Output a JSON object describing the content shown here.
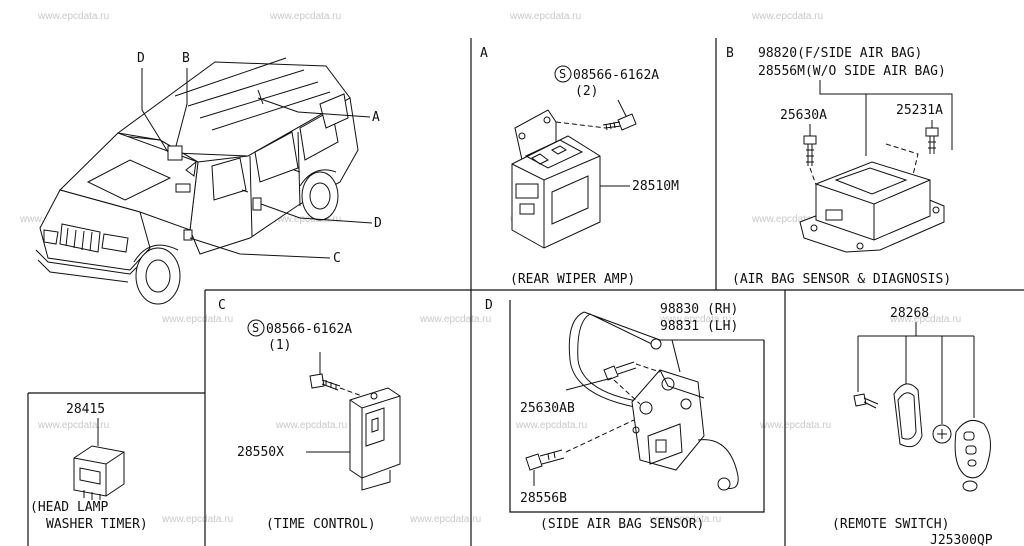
{
  "watermark": "www.epcdata.ru",
  "panel_a": {
    "letter": "A",
    "screw_part": "08566-6162A",
    "screw_qty": "(2)",
    "amp_part": "28510M",
    "caption": "(REAR WIPER AMP)"
  },
  "panel_b": {
    "letter": "B",
    "line1": "98820(F/SIDE AIR BAG)",
    "line2": "28556M(W/O SIDE AIR BAG)",
    "bolt_left": "25630A",
    "bolt_right": "25231A",
    "caption": "(AIR BAG SENSOR & DIAGNOSIS)"
  },
  "vehicle": {
    "callout_a": "A",
    "callout_b": "B",
    "callout_c": "C",
    "callout_d_top": "D",
    "callout_d_right": "D"
  },
  "panel_headlamp": {
    "part": "28415",
    "caption1": "(HEAD LAMP",
    "caption2": "WASHER TIMER)"
  },
  "panel_c": {
    "letter": "C",
    "screw_part": "08566-6162A",
    "screw_qty": "(1)",
    "unit_part": "28550X",
    "caption": "(TIME CONTROL)"
  },
  "panel_d": {
    "letter": "D",
    "rh": "98830 (RH)",
    "lh": "98831 (LH)",
    "bolt_upper": "25630AB",
    "bolt_lower": "28556B",
    "caption": "(SIDE AIR BAG SENSOR)"
  },
  "panel_remote": {
    "part": "28268",
    "caption": "(REMOTE SWITCH)"
  },
  "diagram_code": "J25300QP"
}
